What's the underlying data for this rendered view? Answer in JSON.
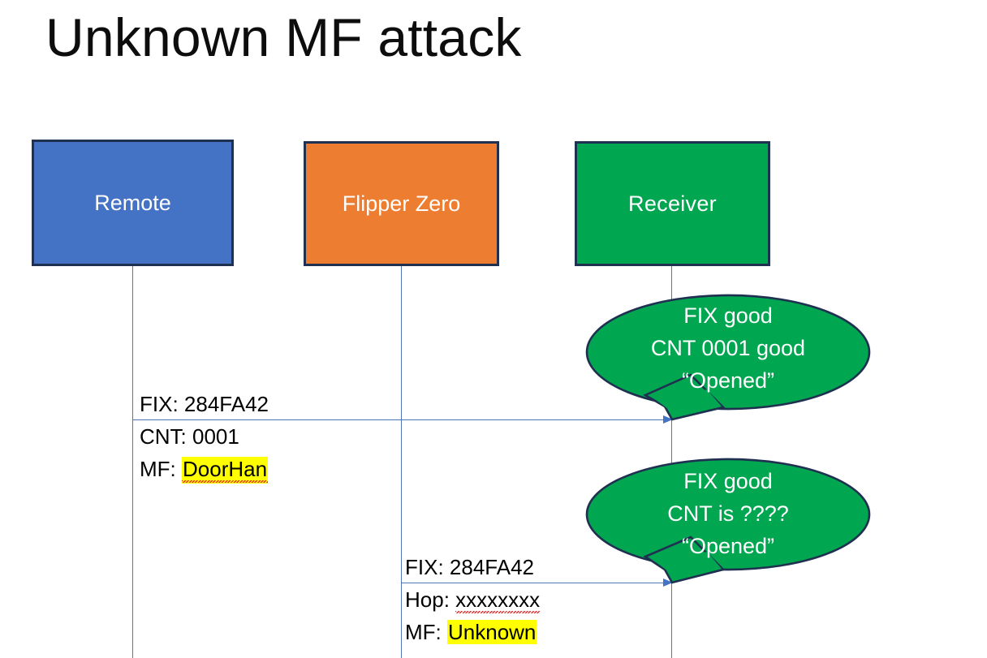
{
  "slide": {
    "title": "Unknown MF attack",
    "background": "#ffffff"
  },
  "colors": {
    "remote_box": "#4472C4",
    "flipper_box": "#ED7D31",
    "receiver_box": "#00A650",
    "box_border": "#1F3050",
    "lifeline": "#4F74B8",
    "arrow": "#4472C4",
    "callout_fill": "#00A650",
    "callout_border": "#1F3050",
    "highlight": "#FFFF00",
    "spellcheck_underline": "#E03030",
    "text": "#000000",
    "box_label_text": "#FFFFFF"
  },
  "actors": [
    {
      "id": "remote",
      "label": "Remote"
    },
    {
      "id": "flipper",
      "label": "Flipper Zero"
    },
    {
      "id": "receiver",
      "label": "Receiver"
    }
  ],
  "messages": [
    {
      "id": "message-1",
      "from": "remote",
      "to": "receiver",
      "lines": [
        {
          "label": "FIX: ",
          "value": "284FA42",
          "highlight": false,
          "spellcheck": false
        },
        {
          "label": "CNT: ",
          "value": "0001",
          "highlight": false,
          "spellcheck": false
        },
        {
          "label": "MF: ",
          "value": "DoorHan",
          "highlight": true,
          "spellcheck": true
        }
      ]
    },
    {
      "id": "message-2",
      "from": "flipper",
      "to": "receiver",
      "lines": [
        {
          "label": "FIX: ",
          "value": "284FA42",
          "highlight": false,
          "spellcheck": false
        },
        {
          "label": "Hop: ",
          "value": "xxxxxxxx",
          "highlight": false,
          "spellcheck": true
        },
        {
          "label": "MF: ",
          "value": "Unknown",
          "highlight": true,
          "spellcheck": false
        }
      ]
    }
  ],
  "callouts": [
    {
      "id": "callout-1",
      "owner": "receiver",
      "lines": [
        "FIX good",
        "CNT 0001 good",
        "“Opened”"
      ]
    },
    {
      "id": "callout-2",
      "owner": "receiver",
      "lines": [
        "FIX good",
        "CNT is ????",
        "“Opened”"
      ]
    }
  ]
}
